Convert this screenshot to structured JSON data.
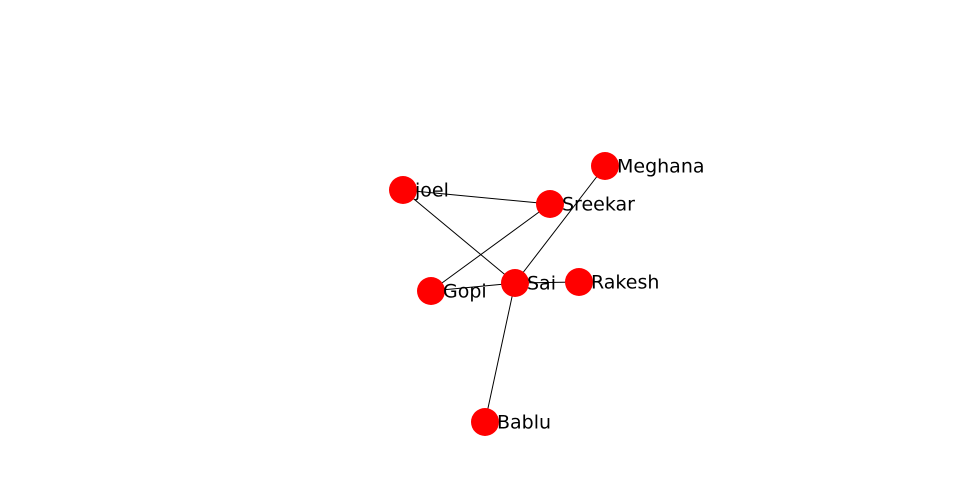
{
  "graph": {
    "node_color": "#ff0000",
    "edge_color": "#000000",
    "label_color": "#000000",
    "nodes": [
      {
        "id": "joel",
        "label": "joel"
      },
      {
        "id": "Sreekar",
        "label": "Sreekar"
      },
      {
        "id": "Meghana",
        "label": "Meghana"
      },
      {
        "id": "Gopi",
        "label": "Gopi"
      },
      {
        "id": "Sai",
        "label": "Sai"
      },
      {
        "id": "Rakesh",
        "label": "Rakesh"
      },
      {
        "id": "Bablu",
        "label": "Bablu"
      }
    ],
    "edges": [
      {
        "source": "joel",
        "target": "Sreekar"
      },
      {
        "source": "joel",
        "target": "Sai"
      },
      {
        "source": "Gopi",
        "target": "Sreekar"
      },
      {
        "source": "Gopi",
        "target": "Sai"
      },
      {
        "source": "Sai",
        "target": "Meghana"
      },
      {
        "source": "Sai",
        "target": "Rakesh"
      },
      {
        "source": "Sai",
        "target": "Bablu"
      }
    ]
  }
}
